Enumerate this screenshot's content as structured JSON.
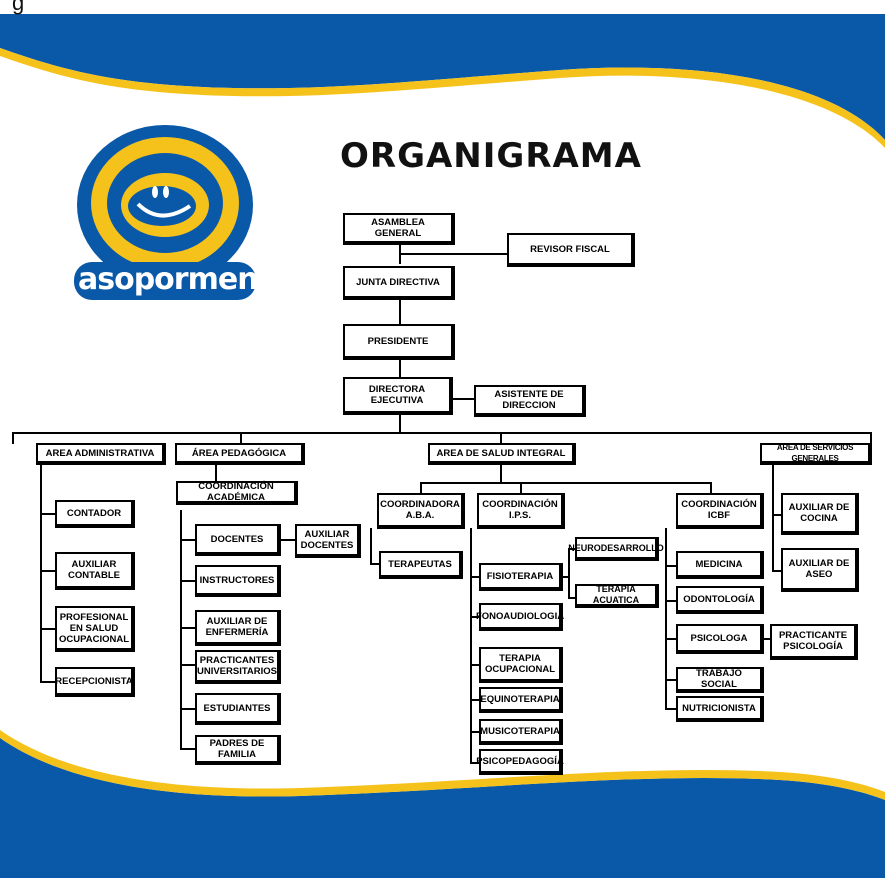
{
  "header": {
    "title": "ORGANIGRAMA",
    "logo_text": "asopormen",
    "top_caption": "g"
  },
  "colors": {
    "blue": "#0a58a8",
    "yellow": "#f5c21b",
    "white": "#ffffff"
  },
  "org": {
    "asamblea": "ASAMBLEA GENERAL",
    "revisor": "REVISOR FISCAL",
    "junta": "JUNTA DIRECTIVA",
    "presidente": "PRESIDENTE",
    "directora": "DIRECTORA EJECUTIVA",
    "asistente": "ASISTENTE DE DIRECCION",
    "area_admin": "AREA ADMINISTRATIVA",
    "area_ped": "ÁREA PEDAGÓGICA",
    "area_salud": "AREA DE SALUD INTEGRAL",
    "area_serv": "AREA DE SERVICIOS GENERALES",
    "contador": "CONTADOR",
    "aux_contable": "AUXILIAR\nCONTABLE",
    "prof_salud": "PROFESIONAL\nEN SALUD\nOCUPACIONAL",
    "recepcionista": "RECEPCIONISTA",
    "coord_academica": "COORDINACIÓN ACADÉMICA",
    "docentes": "DOCENTES",
    "aux_docentes": "AUXILIAR\nDOCENTES",
    "instructores": "INSTRUCTORES",
    "aux_enfermeria": "AUXILIAR DE\nENFERMERÍA",
    "practicantes_univ": "PRACTICANTES\nUNIVERSITARIOS",
    "estudiantes": "ESTUDIANTES",
    "padres": "PADRES DE FAMILIA",
    "coord_aba": "COORDINADORA\nA.B.A.",
    "terapeutas": "TERAPEUTAS",
    "coord_ips": "COORDINACIÓN\nI.P.S.",
    "fisioterapia": "FISIOTERAPIA",
    "neurodesarrollo": "NEURODESARROLLO",
    "terapia_acuatica": "TERAPIA ACUATICA",
    "fonoaudiologia": "FONOAUDIOLOGIA",
    "terapia_ocupacional": "TERAPIA\nOCUPACIONAL",
    "equinoterapia": "EQUINOTERAPIA",
    "musicoterapia": "MUSICOTERAPIA",
    "psicopedagogia": "PSICOPEDAGOGÍA",
    "coord_icbf": "COORDINACIÓN\nICBF",
    "medicina": "MEDICINA",
    "odontologia": "ODONTOLOGÍA",
    "psicologa": "PSICOLOGA",
    "practicante_psico": "PRACTICANTE\nPSICOLOGÍA",
    "trabajo_social": "TRABAJO SOCIAL",
    "nutricionista": "NUTRICIONISTA",
    "aux_cocina": "AUXILIAR DE\nCOCINA",
    "aux_aseo": "AUXILIAR DE\nASEO"
  }
}
